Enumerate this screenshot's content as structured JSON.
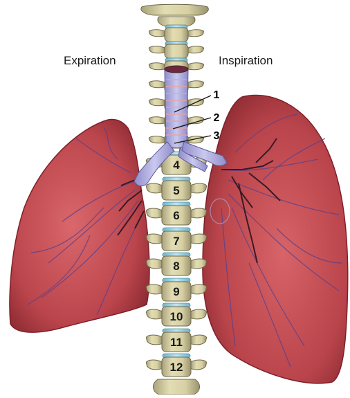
{
  "labels": {
    "expiration": "Expiration",
    "inspiration": "Inspiration"
  },
  "callouts": [
    "1",
    "2",
    "3"
  ],
  "vertebrae": [
    "4",
    "5",
    "6",
    "7",
    "8",
    "9",
    "10",
    "11",
    "12"
  ],
  "colors": {
    "lung": "#b8434a",
    "lung_dark": "#8f2a33",
    "vessel": "#5a3f8a",
    "bone": "#d9d2a6",
    "bone_shadow": "#9c9570",
    "disc": "#8ec9dc",
    "trachea": "#a9a8d9"
  }
}
